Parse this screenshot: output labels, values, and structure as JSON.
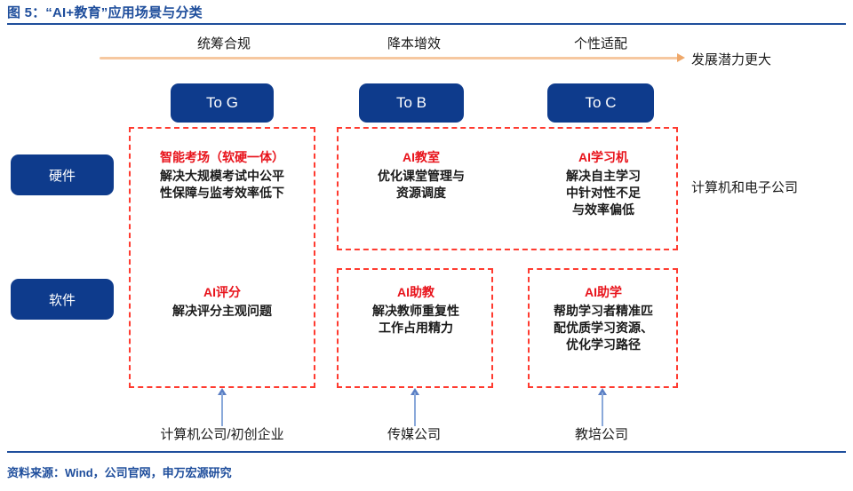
{
  "figure": {
    "title": "图 5：“AI+教育”应用场景与分类",
    "source_note": "资料来源：Wind，公司官网，申万宏源研究",
    "accent_blue": "#1F4E9C",
    "pill_blue": "#0E3B8C",
    "dashed_red": "#FF3B30",
    "heading_red": "#E8131B",
    "arrow_peach": "#F6C8A0",
    "arrow_steel": "#5B7FC4"
  },
  "trend_axis": {
    "stages": [
      "统筹合规",
      "降本增效",
      "个性适配"
    ],
    "end_label": "发展潜力更大",
    "arrow_icon": "arrow-right-icon"
  },
  "columns": [
    {
      "pill": "To G",
      "bottom_label": "计算机公司/初创企业"
    },
    {
      "pill": "To B",
      "bottom_label": "传媒公司"
    },
    {
      "pill": "To C",
      "bottom_label": "教培公司"
    }
  ],
  "rows": [
    {
      "pill": "硬件"
    },
    {
      "pill": "软件"
    }
  ],
  "right_note": "计算机和电子公司",
  "cells": {
    "hardware_tog": {
      "heading": "智能考场（软硬一体）",
      "body_lines": [
        "解决大规模考试中公平",
        "性保障与监考效率低下"
      ]
    },
    "hardware_tob": {
      "heading": "AI教室",
      "body_lines": [
        "优化课堂管理与",
        "资源调度"
      ]
    },
    "hardware_toc": {
      "heading": "AI学习机",
      "body_lines": [
        "解决自主学习",
        "中针对性不足",
        "与效率偏低"
      ]
    },
    "software_tog": {
      "heading": "AI评分",
      "body_lines": [
        "解决评分主观问题"
      ]
    },
    "software_tob": {
      "heading": "AI助教",
      "body_lines": [
        "解决教师重复性",
        "工作占用精力"
      ]
    },
    "software_toc": {
      "heading": "AI助学",
      "body_lines": [
        "帮助学习者精准匹",
        "配优质学习资源、",
        "优化学习路径"
      ]
    }
  }
}
